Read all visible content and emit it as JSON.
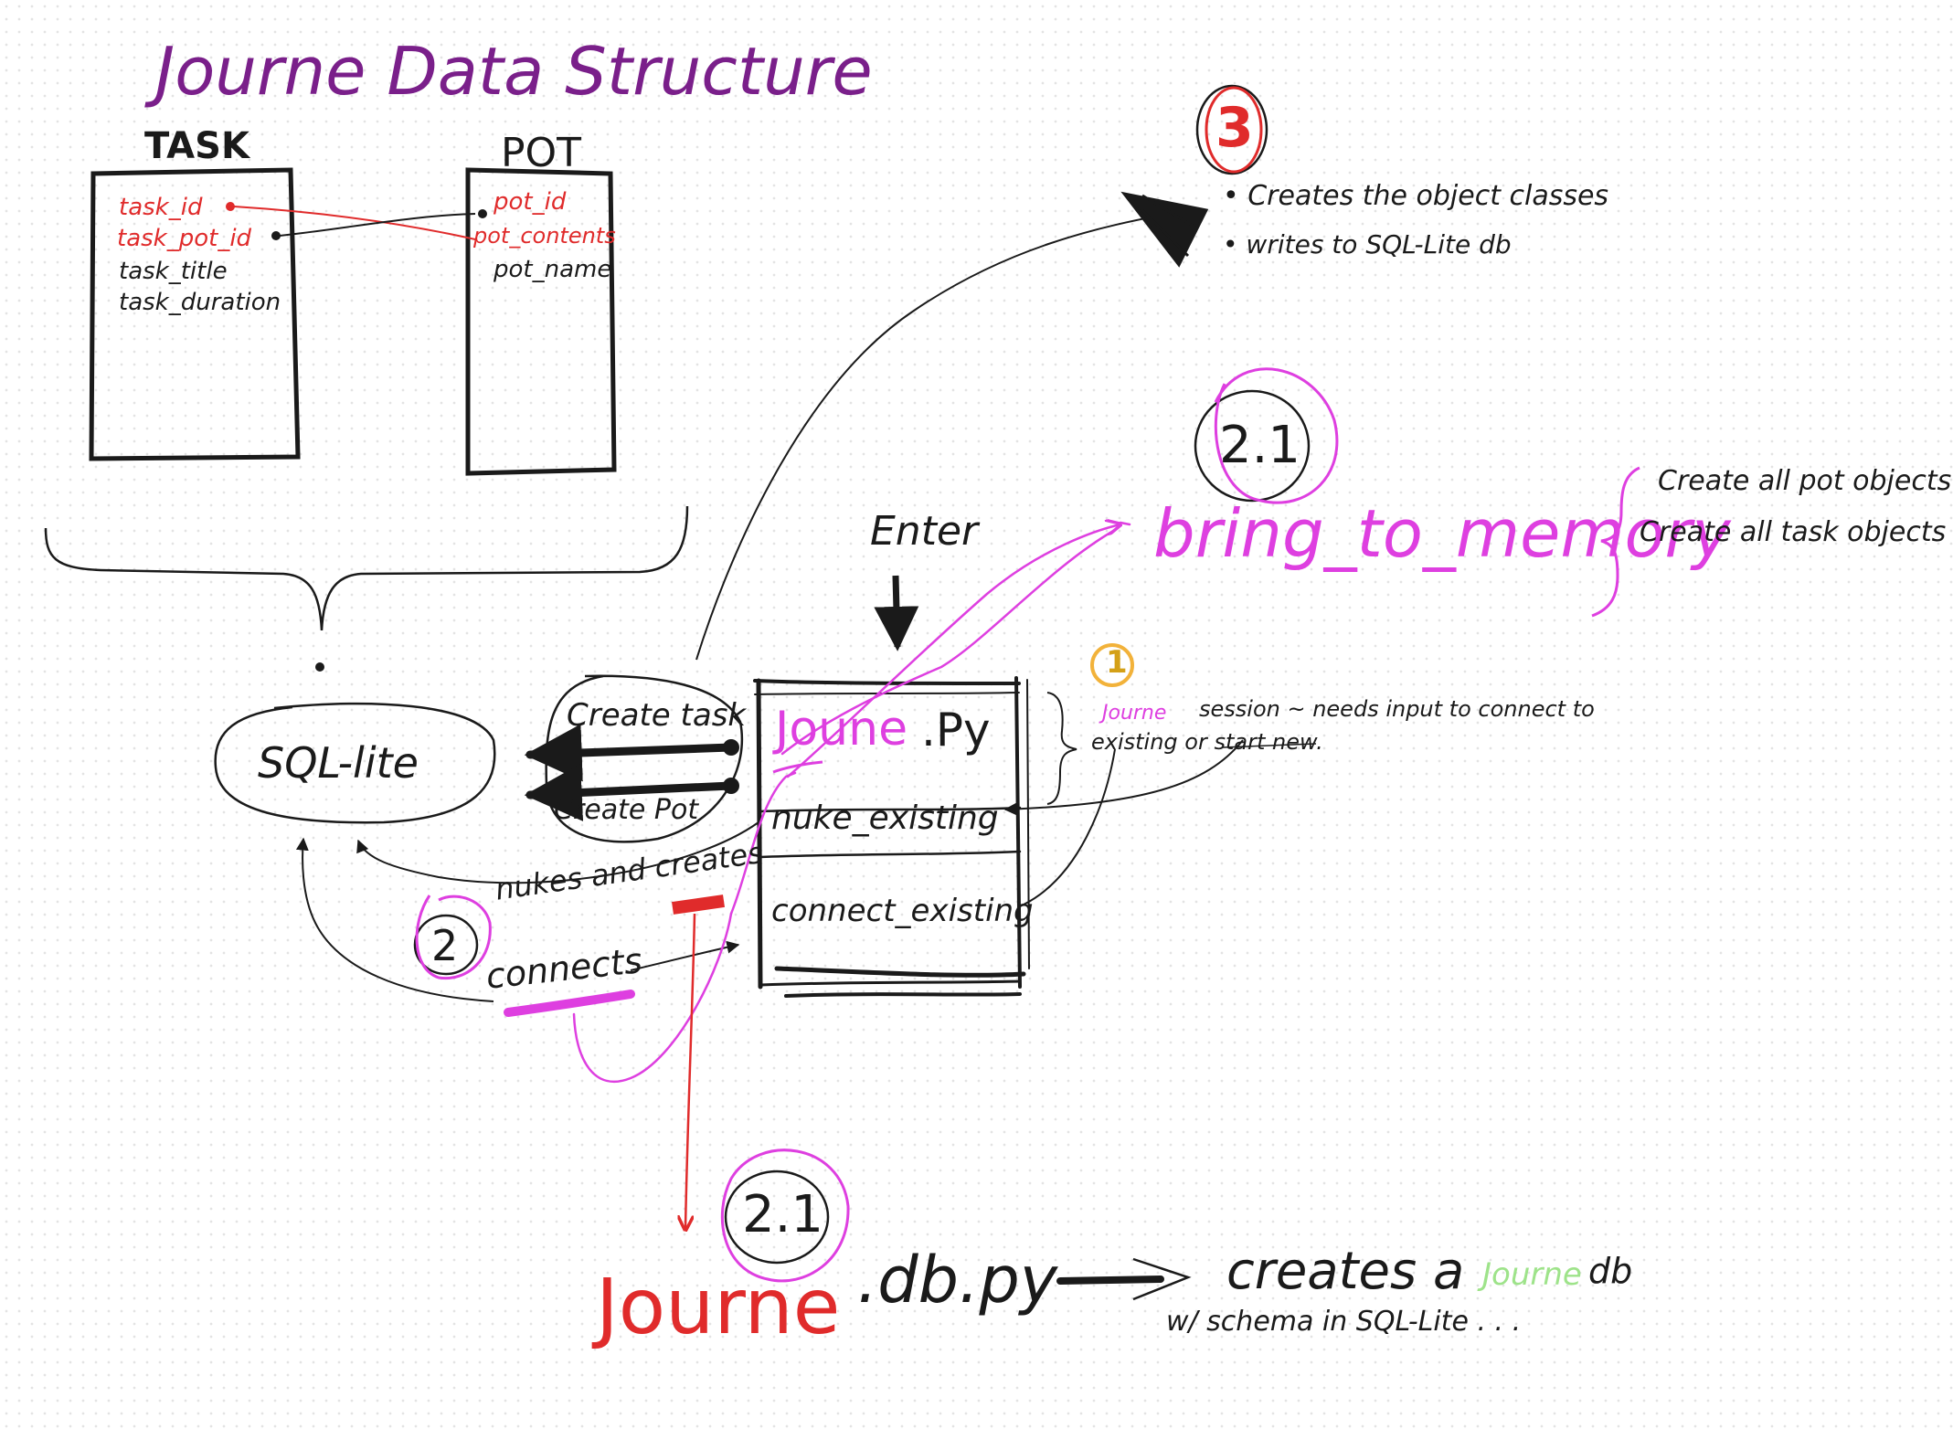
{
  "title": "Journe Data Structure",
  "task_table": {
    "header": "TASK",
    "fields": [
      "task_id",
      "task_pot_id",
      "task_title",
      "task_duration"
    ]
  },
  "pot_table": {
    "header": "POT",
    "fields": [
      "pot_id",
      "pot_contents",
      "pot_name"
    ]
  },
  "sqlite_label": "SQL-lite",
  "create_task": "Create task",
  "create_pot": "Create Pot",
  "enter_label": "Enter",
  "module": {
    "name_colored": "Joune",
    "name_ext": ".Py",
    "nuke_existing": "nuke_existing",
    "connect_existing": "connect_existing"
  },
  "step1": {
    "badge": "1",
    "highlight": "Journe",
    "text": "session ~ needs input to connect to",
    "text2": "existing or start new."
  },
  "step2": {
    "badge": "2",
    "nukes": "nukes and creates",
    "connects": "connects"
  },
  "step21_top": {
    "badge": "2.1",
    "function": "bring_to_memory",
    "notes": [
      "Create all pot objects",
      "Create all task objects"
    ]
  },
  "step3": {
    "badge": "3",
    "bullets": [
      "Creates the object classes",
      "writes to SQL-Lite db"
    ]
  },
  "step21_bottom": {
    "badge": "2.1",
    "file_colored": "Journe",
    "file_ext": ".db.py",
    "creates": "creates a",
    "journe": "Journe",
    "db": "db",
    "schema": "w/ schema in SQL-Lite . . ."
  },
  "colors": {
    "ink": "#1a1a1a",
    "title": "#7a1f8a",
    "magenta": "#de3fe0",
    "red": "#e02b2b",
    "orange": "#f2b23a",
    "green": "#9ee38a"
  }
}
